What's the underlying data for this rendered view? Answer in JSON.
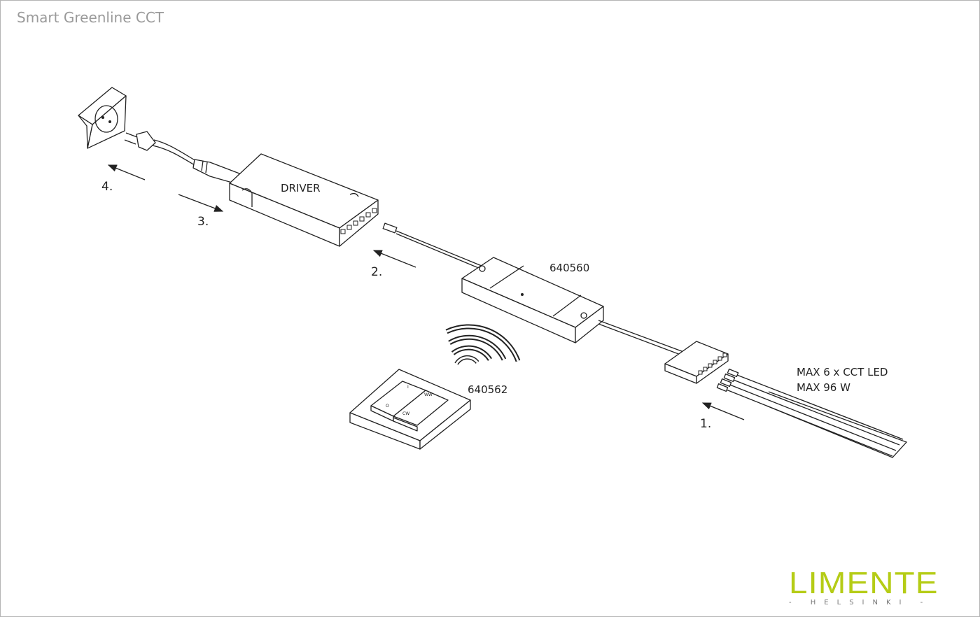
{
  "title": "Smart Greenline CCT",
  "labels": {
    "driver": "DRIVER",
    "module": "640560",
    "switch": "640562",
    "led_max_count": "MAX 6 x CCT LED",
    "led_max_power": "MAX 96 W"
  },
  "switch_buttons": {
    "on": "I",
    "off": "O",
    "ww": "WW",
    "cw": "CW"
  },
  "steps": [
    "1.",
    "2.",
    "3.",
    "4."
  ],
  "logo": {
    "name": "LIMENTE",
    "sub": "- HELSINKI -",
    "color": "#b5cc16"
  }
}
